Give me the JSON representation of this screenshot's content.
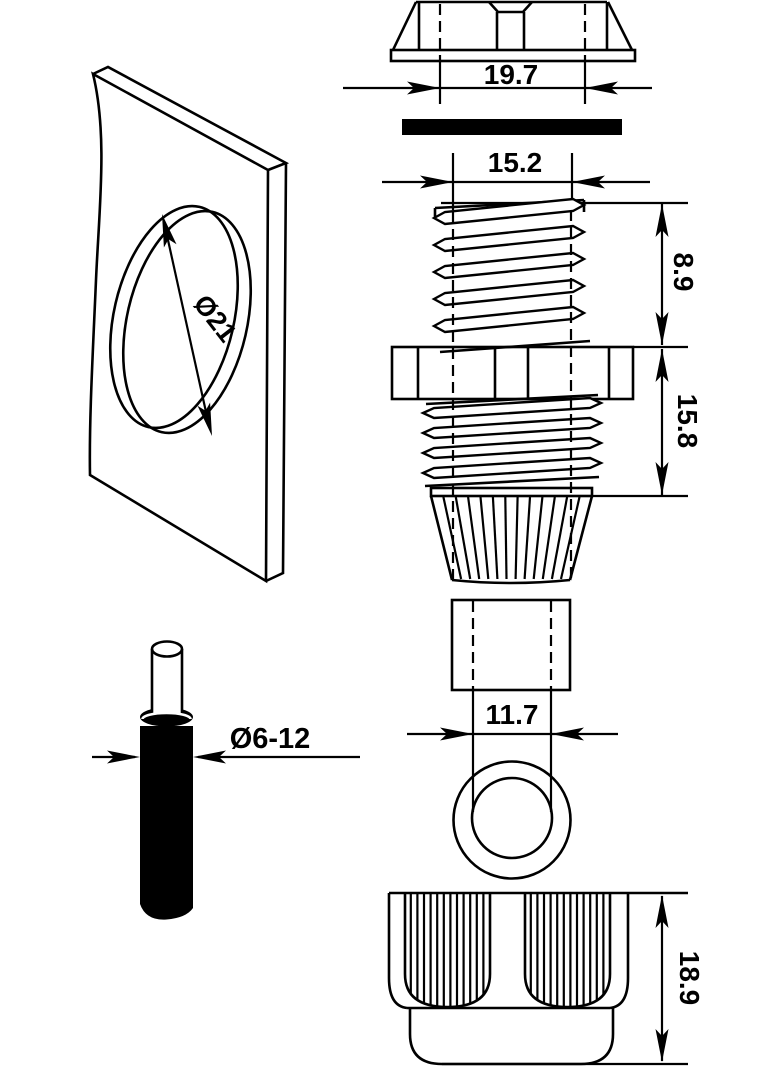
{
  "diagram": {
    "background": "#ffffff",
    "line_color": "#000000",
    "labels": {
      "panel_hole_diameter": "Ø21",
      "cable_diameter_range": "Ø6-12",
      "locknut_width": "19.7",
      "thread_width": "15.2",
      "upper_thread_length": "8.9",
      "lower_body_length": "15.8",
      "seal_insert_bore": "11.7",
      "cap_height": "18.9"
    }
  }
}
